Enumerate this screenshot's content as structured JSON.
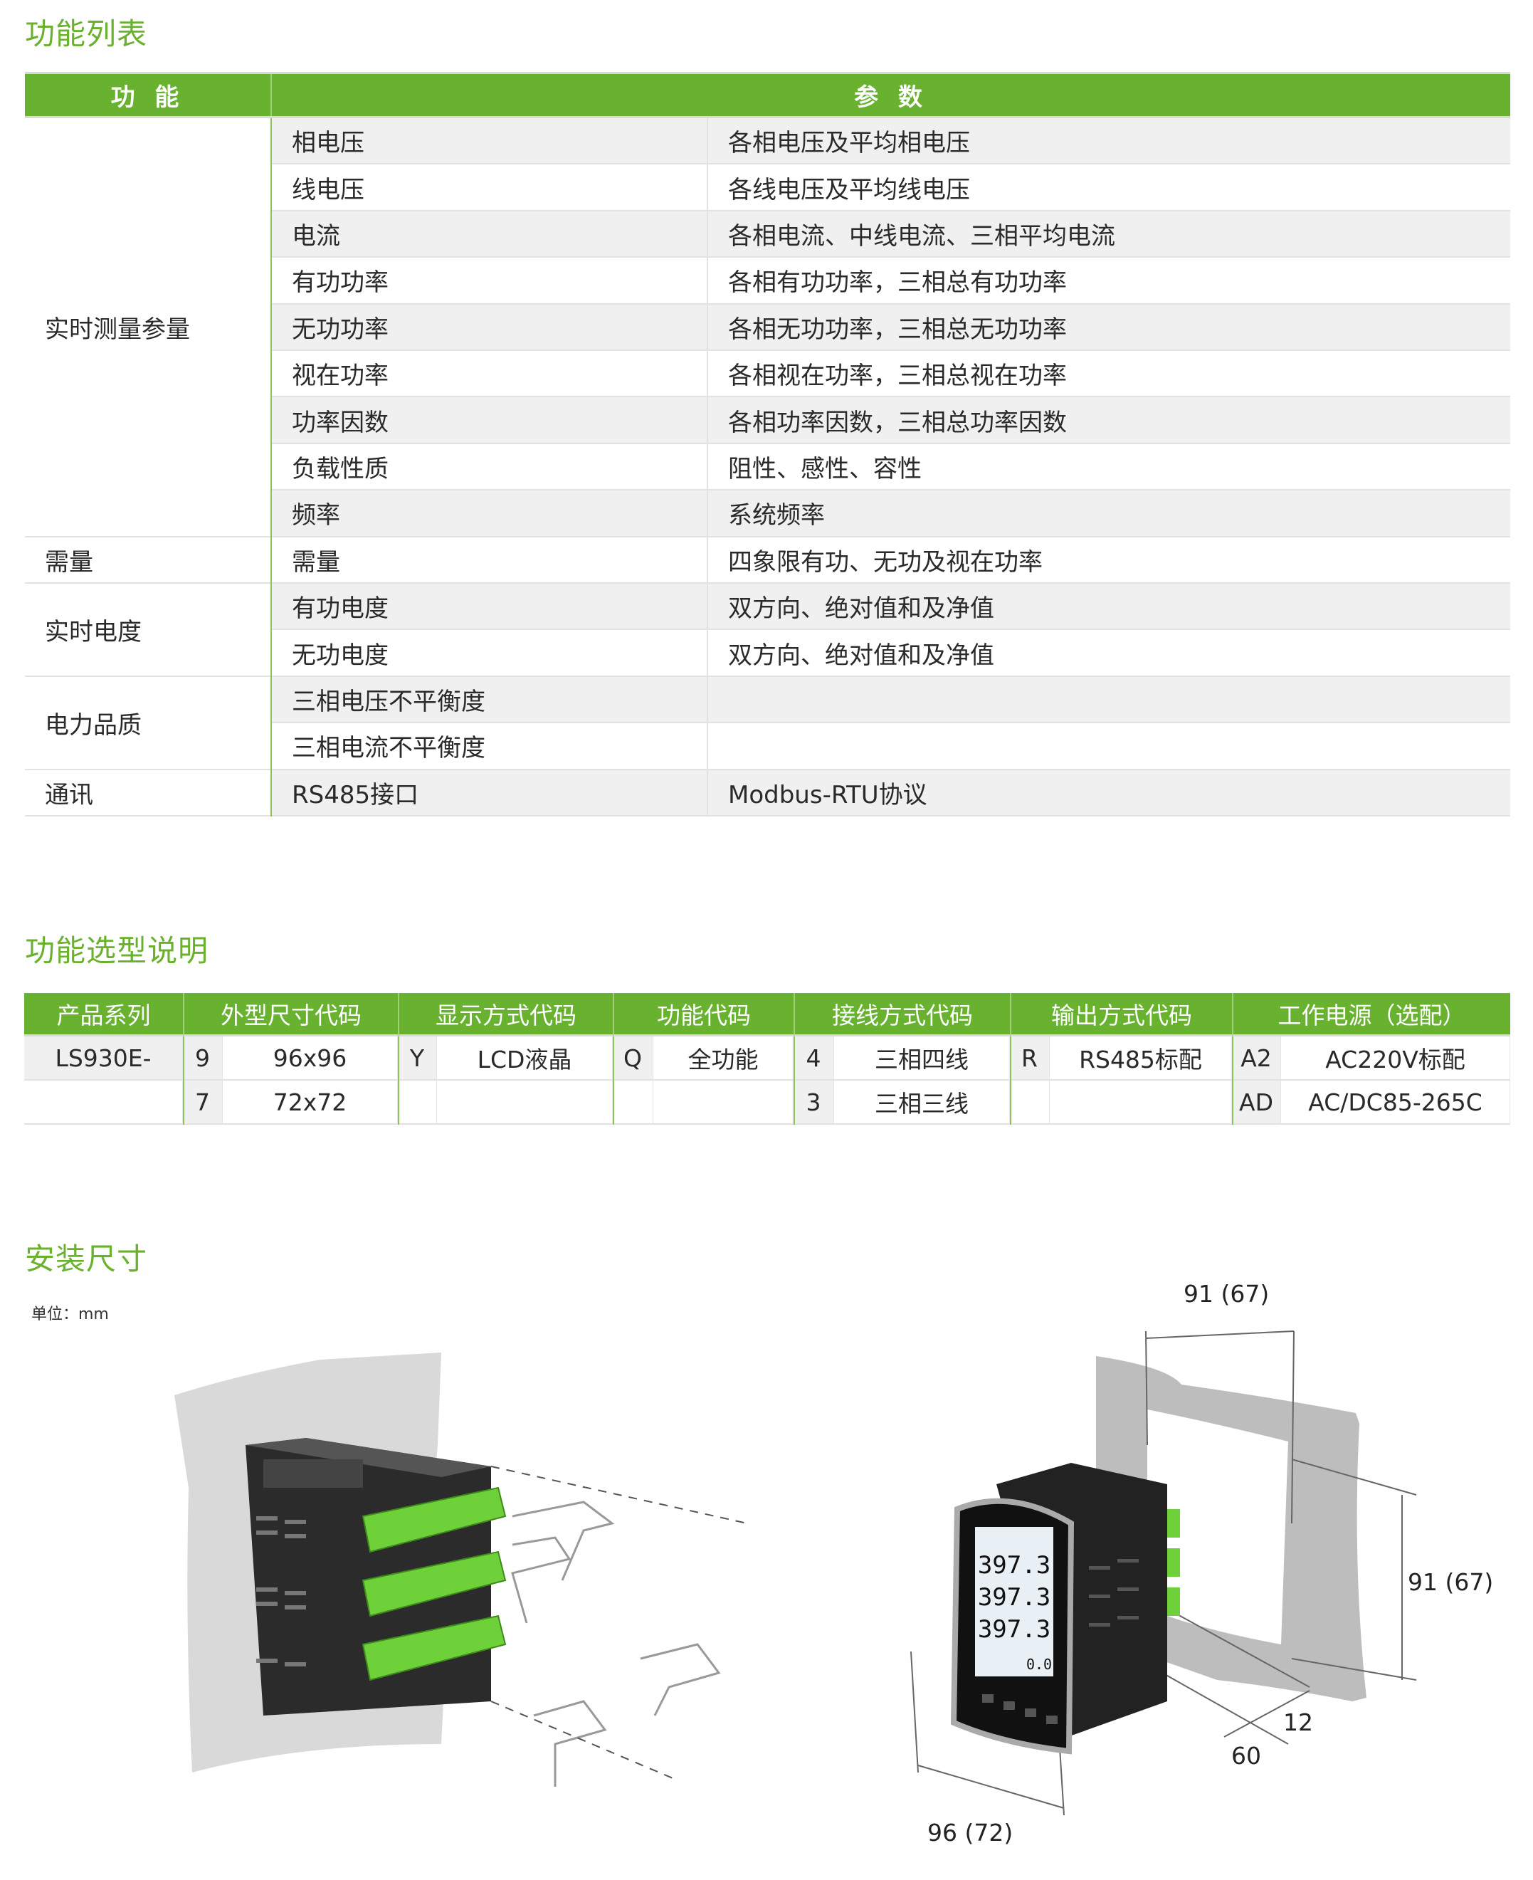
{
  "section1": {
    "title": "功能列表",
    "headers": [
      "功 能",
      "参 数"
    ],
    "groups": [
      "实时测量参量",
      "需量",
      "实时电度",
      "电力品质",
      "通讯"
    ],
    "rows": [
      {
        "item": "相电压",
        "param": "各相电压及平均相电压"
      },
      {
        "item": "线电压",
        "param": "各线电压及平均线电压"
      },
      {
        "item": "电流",
        "param": "各相电流、中线电流、三相平均电流"
      },
      {
        "item": "有功功率",
        "param": "各相有功功率，三相总有功功率"
      },
      {
        "item": "无功功率",
        "param": "各相无功功率，三相总无功功率"
      },
      {
        "item": "视在功率",
        "param": "各相视在功率，三相总视在功率"
      },
      {
        "item": "功率因数",
        "param": "各相功率因数，三相总功率因数"
      },
      {
        "item": "负载性质",
        "param": "阻性、感性、容性"
      },
      {
        "item": "频率",
        "param": "系统频率"
      },
      {
        "item": "需量",
        "param": "四象限有功、无功及视在功率"
      },
      {
        "item": "有功电度",
        "param": "双方向、绝对值和及净值"
      },
      {
        "item": "无功电度",
        "param": "双方向、绝对值和及净值"
      },
      {
        "item": "三相电压不平衡度",
        "param": ""
      },
      {
        "item": "三相电流不平衡度",
        "param": ""
      },
      {
        "item": "RS485接口",
        "param": "Modbus-RTU协议"
      }
    ]
  },
  "section2": {
    "title": "功能选型说明",
    "headers": [
      "产品系列",
      "外型尺寸代码",
      "显示方式代码",
      "功能代码",
      "接线方式代码",
      "输出方式代码",
      "工作电源（选配）"
    ],
    "row1": [
      "LS930E-",
      "9",
      "96x96",
      "Y",
      "LCD液晶",
      "Q",
      "全功能",
      "4",
      "三相四线",
      "R",
      "RS485标配",
      "A2",
      "AC220V标配"
    ],
    "row2": [
      "",
      "7",
      "72x72",
      "",
      "",
      "",
      "",
      "3",
      "三相三线",
      "",
      "",
      "AD",
      "AC/DC85-265C"
    ]
  },
  "section3": {
    "title": "安装尺寸",
    "unit": "单位：mm",
    "dims": {
      "top_width": "91 (67)",
      "side_height": "91 (67)",
      "depth_front": "12",
      "depth_body": "60",
      "front_width": "96 (72)"
    },
    "meter_readings": [
      "397.3",
      "397.3",
      "397.3",
      "0.0"
    ]
  },
  "colors": {
    "accent": "#68b22f",
    "stripe": "#f0f0f0",
    "terminal": "#6fd13a"
  }
}
